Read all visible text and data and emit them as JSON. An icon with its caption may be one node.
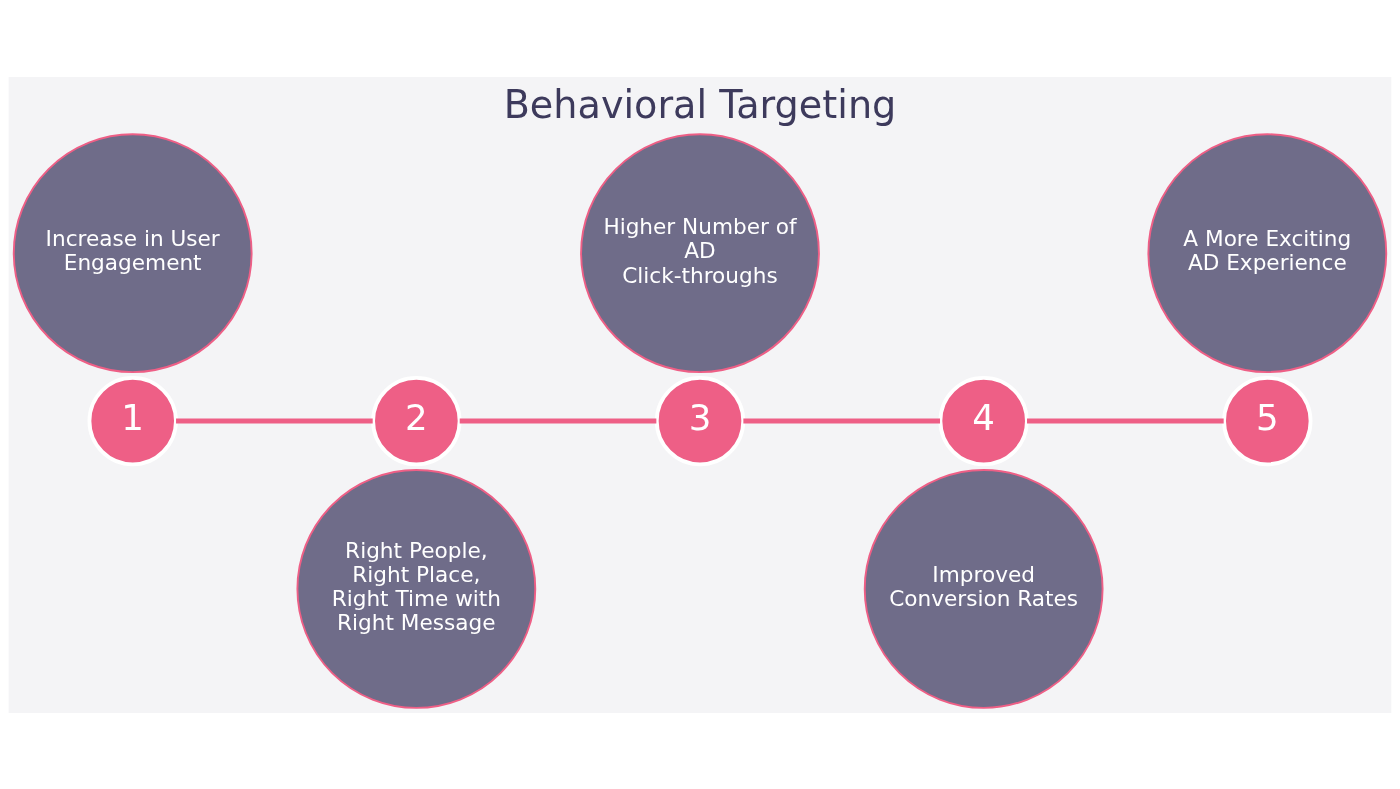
{
  "diagram": {
    "title": "Behavioral Targeting",
    "nodes": [
      {
        "text": [
          "Increase in User Engagement"
        ]
      },
      {
        "text": [
          "1"
        ]
      },
      {
        "text": [
          "Right People, Right Place, Right Time with Right Message"
        ]
      },
      {
        "text": [
          "2"
        ]
      },
      {
        "text": [
          "Higher Number of AD Click-throughs"
        ]
      },
      {
        "text": [
          "3"
        ]
      },
      {
        "text": [
          "Improved Conversion Rates"
        ]
      },
      {
        "text": [
          "4"
        ]
      },
      {
        "text": [
          "A More Exciting AD Experience"
        ]
      },
      {
        "text": [
          "5"
        ]
      }
    ],
    "edges": [
      {
        "from": 1,
        "to": 3,
        "arrow": "none"
      },
      {
        "from": 3,
        "to": 5,
        "arrow": "none"
      },
      {
        "from": 5,
        "to": 7,
        "arrow": "none"
      },
      {
        "from": 7,
        "to": 9,
        "arrow": "none"
      }
    ]
  }
}
